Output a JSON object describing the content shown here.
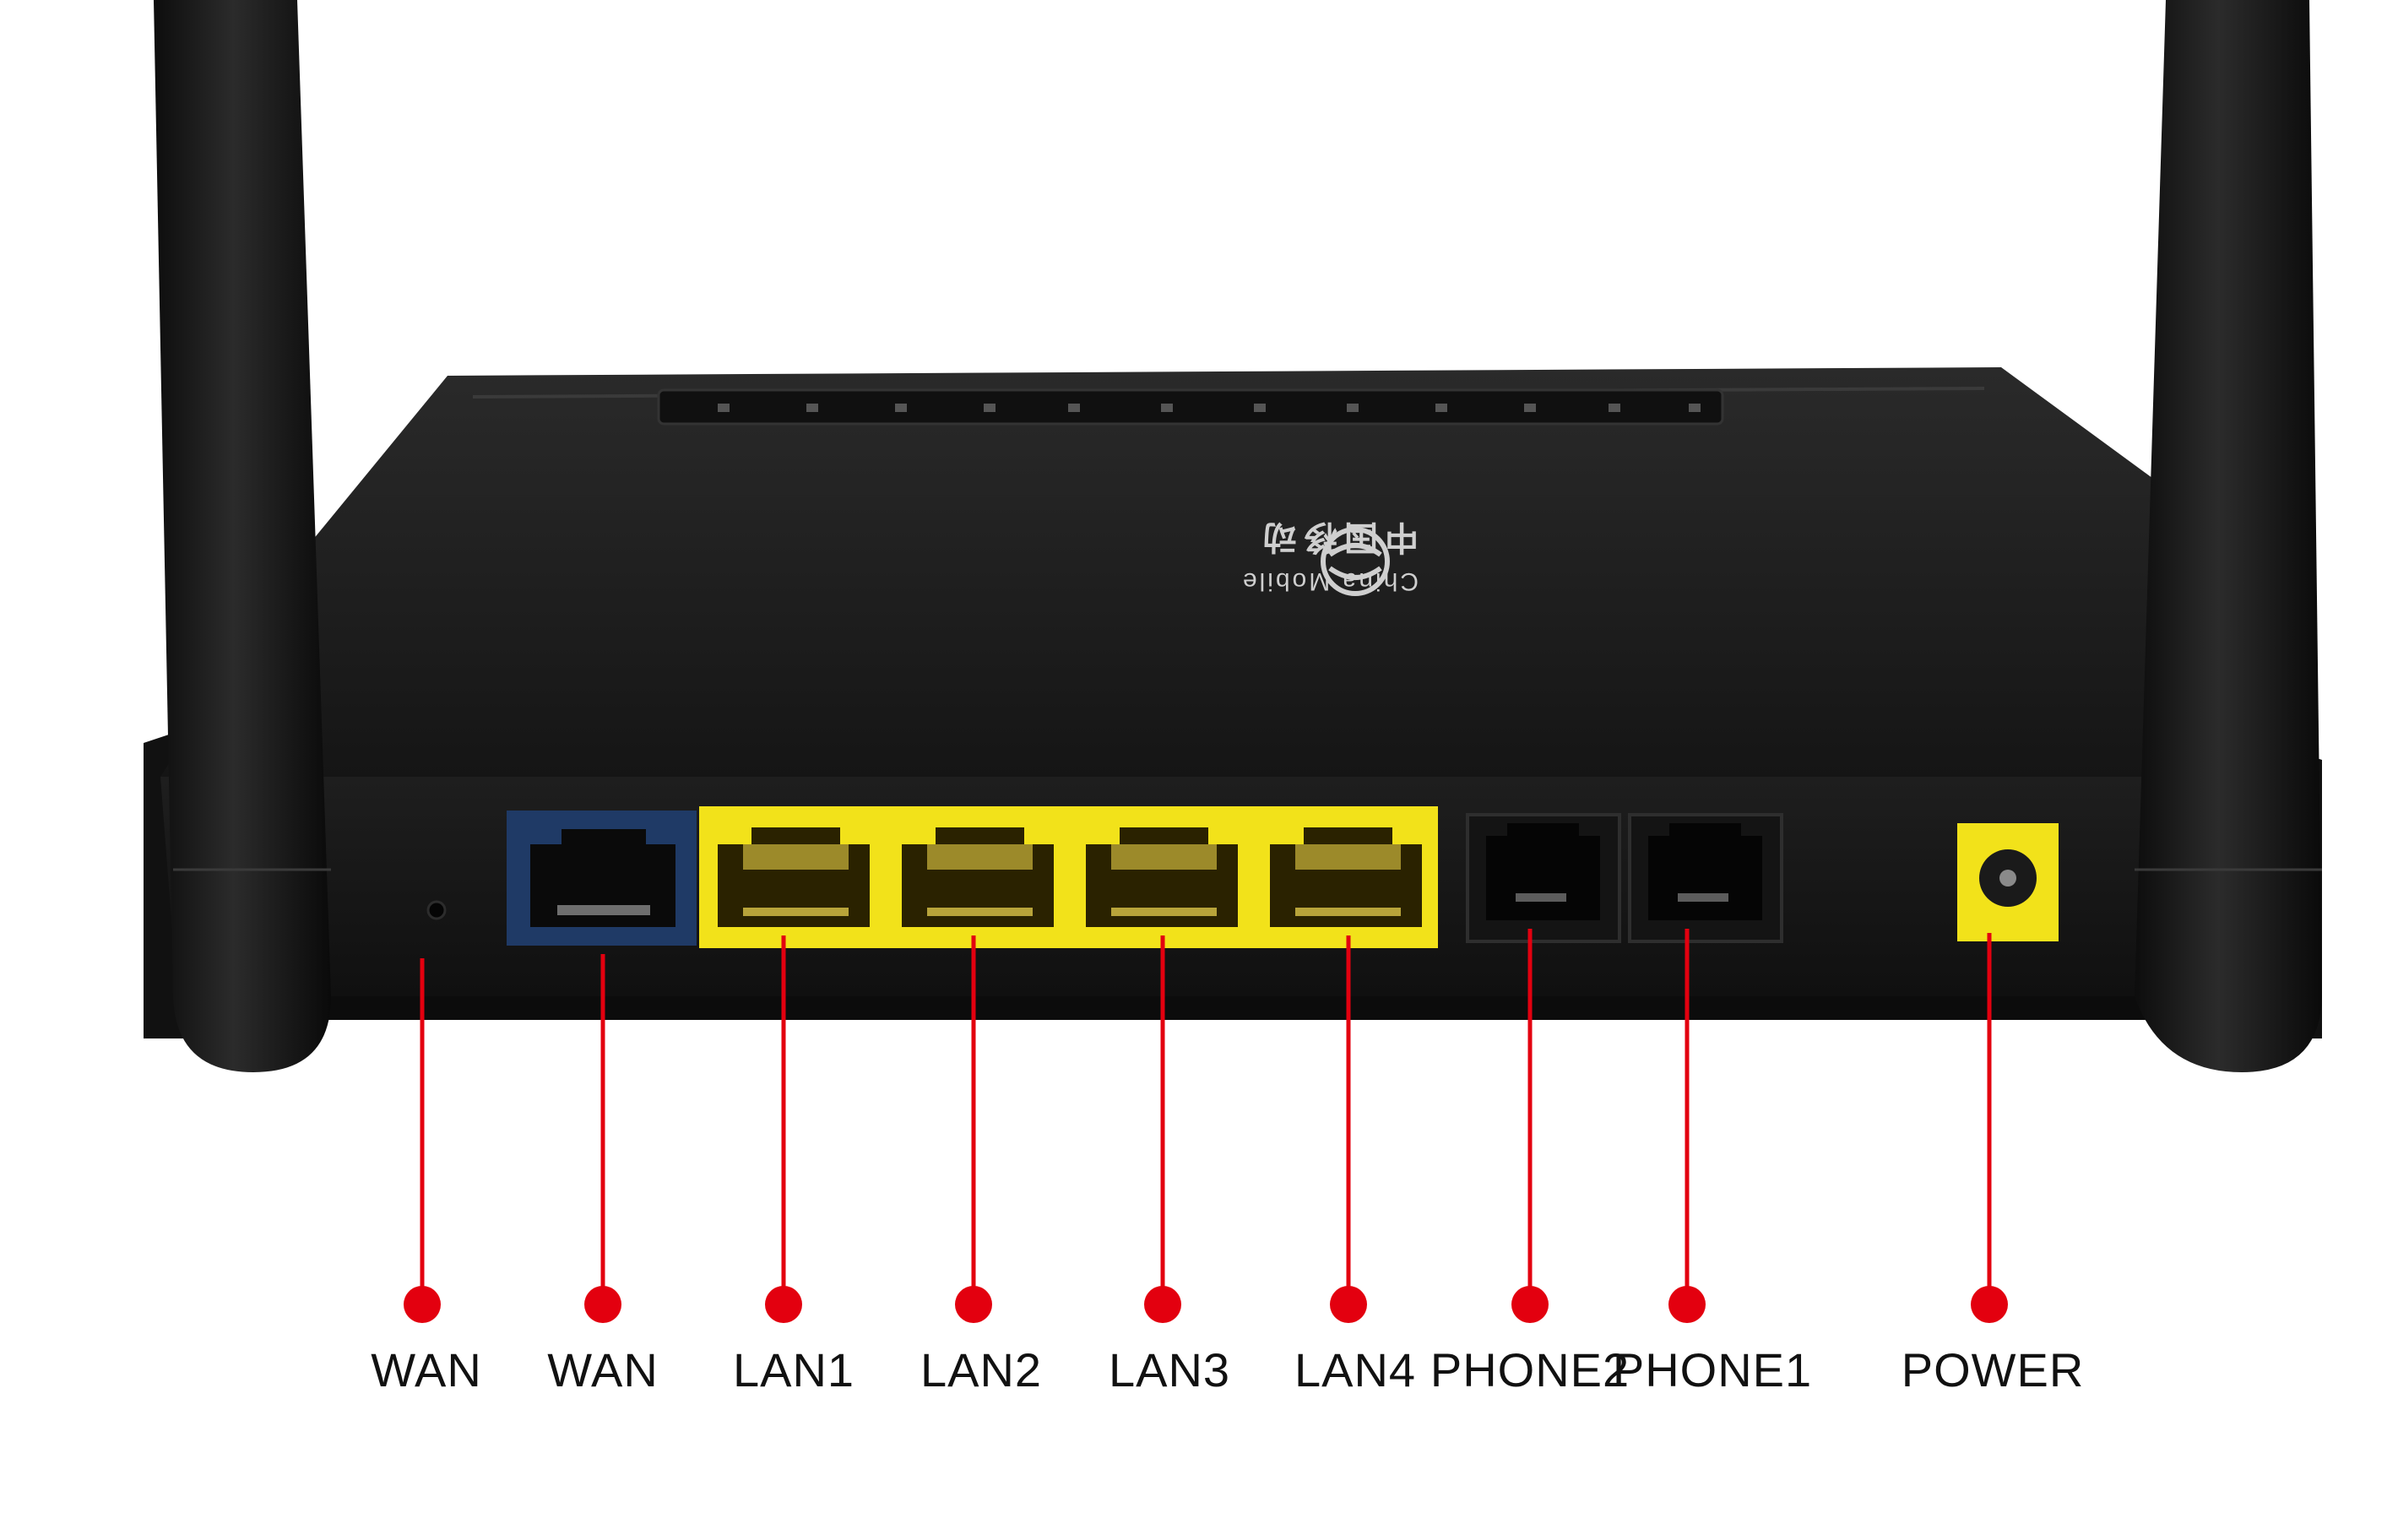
{
  "brand": {
    "logo_icon": "china-mobile-logo-icon",
    "name_en": "China Mobile",
    "name_cn": "中国移动"
  },
  "colors": {
    "background": "#ffffff",
    "router_body": "#1c1c1c",
    "wan_port_panel": "#1f3a66",
    "lan_port_panel": "#f2e21a",
    "power_port_panel": "#f2e21a",
    "callout": "#e3000f",
    "label_text": "#111111"
  },
  "callouts": [
    {
      "id": "reset",
      "label": "WAN"
    },
    {
      "id": "wan",
      "label": "WAN"
    },
    {
      "id": "lan1",
      "label": "LAN1"
    },
    {
      "id": "lan2",
      "label": "LAN2"
    },
    {
      "id": "lan3",
      "label": "LAN3"
    },
    {
      "id": "lan4",
      "label": "LAN4"
    },
    {
      "id": "phone2",
      "label": "PHONE2"
    },
    {
      "id": "phone1",
      "label": "PHONE1"
    },
    {
      "id": "power",
      "label": "POWER"
    }
  ]
}
